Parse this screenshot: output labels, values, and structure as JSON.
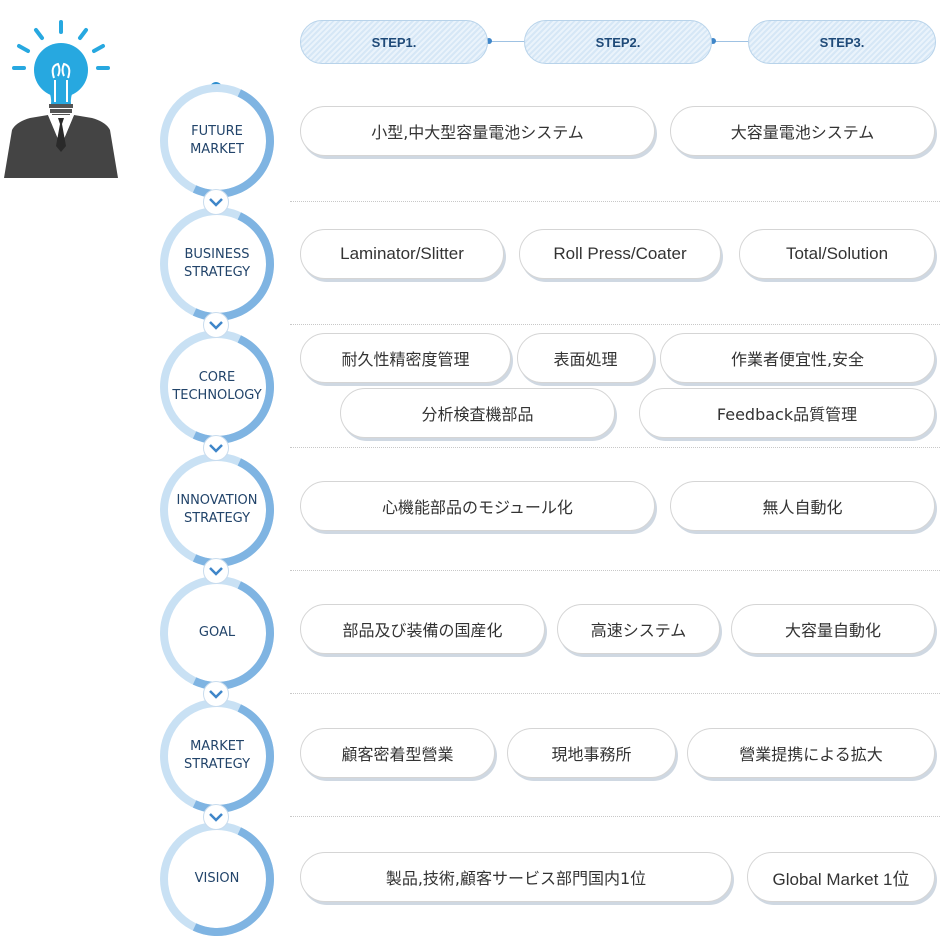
{
  "steps": [
    "STEP1.",
    "STEP2.",
    "STEP3."
  ],
  "rows": [
    {
      "label_line1": "FUTURE",
      "label_line2": "MARKET",
      "items": [
        "小型,中大型容量電池システム",
        "大容量電池システム"
      ]
    },
    {
      "label_line1": "BUSINESS",
      "label_line2": "STRATEGY",
      "items": [
        "Laminator/Slitter",
        "Roll Press/Coater",
        "Total/Solution"
      ]
    },
    {
      "label_line1": "CORE",
      "label_line2": "TECHNOLOGY",
      "items": [
        "耐久性精密度管理",
        "表面処理",
        "作業者便宜性,安全",
        "分析検査機部品",
        "Feedback品質管理"
      ]
    },
    {
      "label_line1": "INNOVATION",
      "label_line2": "STRATEGY",
      "items": [
        "心機能部品のモジュール化",
        "無人自動化"
      ]
    },
    {
      "label_line1": "GOAL",
      "label_line2": "",
      "items": [
        "部品及び装備の国産化",
        "高速システム",
        "大容量自動化"
      ]
    },
    {
      "label_line1": "MARKET",
      "label_line2": "STRATEGY",
      "items": [
        "顧客密着型營業",
        "現地事務所",
        "營業提携による拡大"
      ]
    },
    {
      "label_line1": "VISION",
      "label_line2": "",
      "items": [
        "製品,技術,顧客サービス部門国内1位",
        "Global Market 1位"
      ]
    }
  ],
  "colors": {
    "accent": "#2f8fcf",
    "ring": "#7fb4e2",
    "ring_light": "#c9e1f4",
    "step_text": "#1f4a78"
  },
  "icons": [
    "lightbulb-businessman-icon",
    "chevron-down-icon"
  ]
}
